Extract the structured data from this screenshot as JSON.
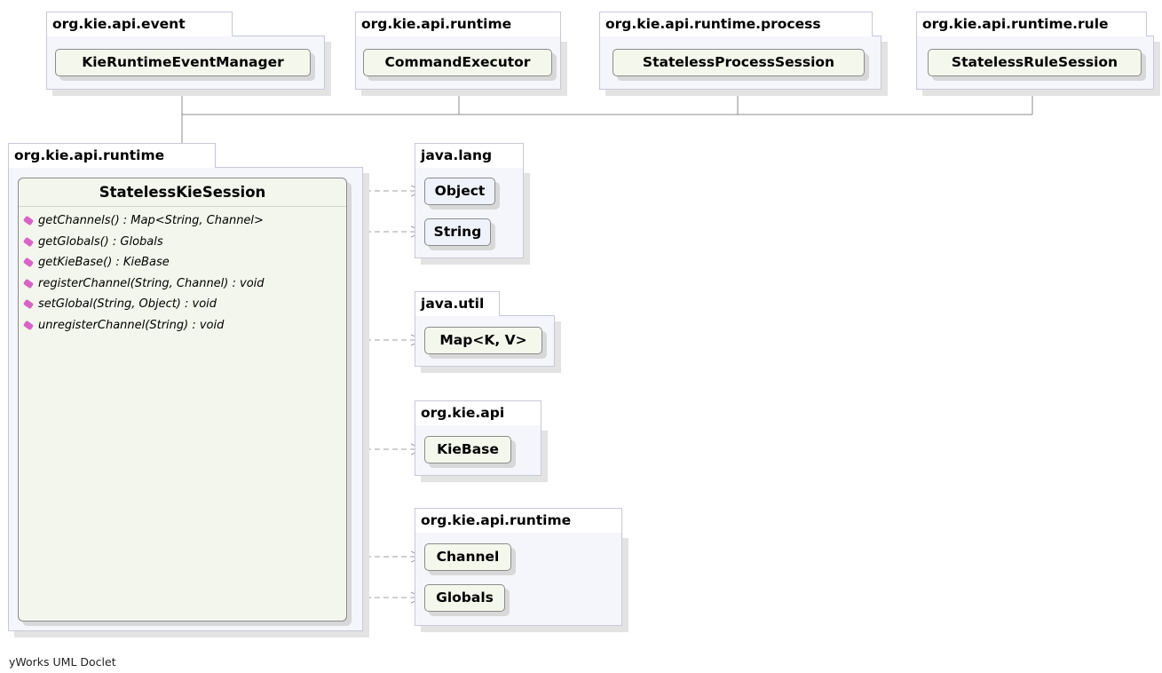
{
  "packages": {
    "event": "org.kie.api.event",
    "runtime_top": "org.kie.api.runtime",
    "process": "org.kie.api.runtime.process",
    "rule": "org.kie.api.runtime.rule",
    "runtime_main": "org.kie.api.runtime",
    "java_lang": "java.lang",
    "java_util": "java.util",
    "kie_api": "org.kie.api",
    "runtime_bottom": "org.kie.api.runtime"
  },
  "classes": {
    "kie_runtime_event_manager": "KieRuntimeEventManager",
    "command_executor": "CommandExecutor",
    "stateless_process_session": "StatelessProcessSession",
    "stateless_rule_session": "StatelessRuleSession",
    "object": "Object",
    "string": "String",
    "map": "Map<K, V>",
    "kie_base": "KieBase",
    "channel": "Channel",
    "globals": "Globals"
  },
  "main_class": {
    "name": "StatelessKieSession",
    "methods": [
      "getChannels() : Map<String, Channel>",
      "getGlobals() : Globals",
      "getKieBase() : KieBase",
      "registerChannel(String, Channel) : void",
      "setGlobal(String, Object) : void",
      "unregisterChannel(String) : void"
    ]
  },
  "footer": "yWorks UML Doclet",
  "colors": {
    "package_bg": "#f5f5fc",
    "class_bg": "#f4f7ec",
    "method_icon": "#d964c8",
    "line": "#8c8c8c"
  }
}
